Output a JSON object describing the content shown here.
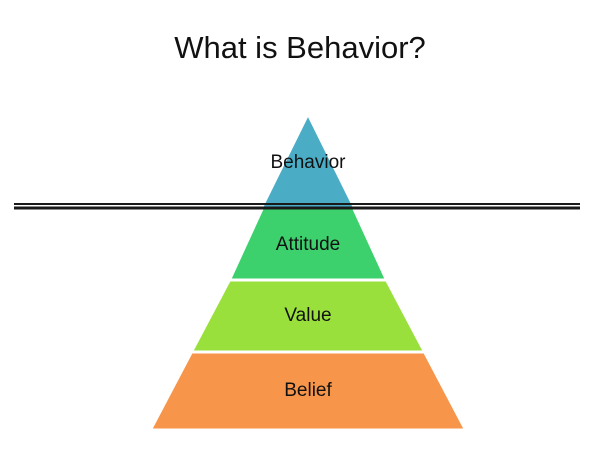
{
  "title": "What is Behavior?",
  "pyramid": {
    "tiers": [
      {
        "label": "Behavior",
        "color": "#4bacc6"
      },
      {
        "label": "Attitude",
        "color": "#3dd16e"
      },
      {
        "label": "Value",
        "color": "#99e03c"
      },
      {
        "label": "Belief",
        "color": "#f7964a"
      }
    ],
    "divider_color": "#1a1a1a"
  }
}
